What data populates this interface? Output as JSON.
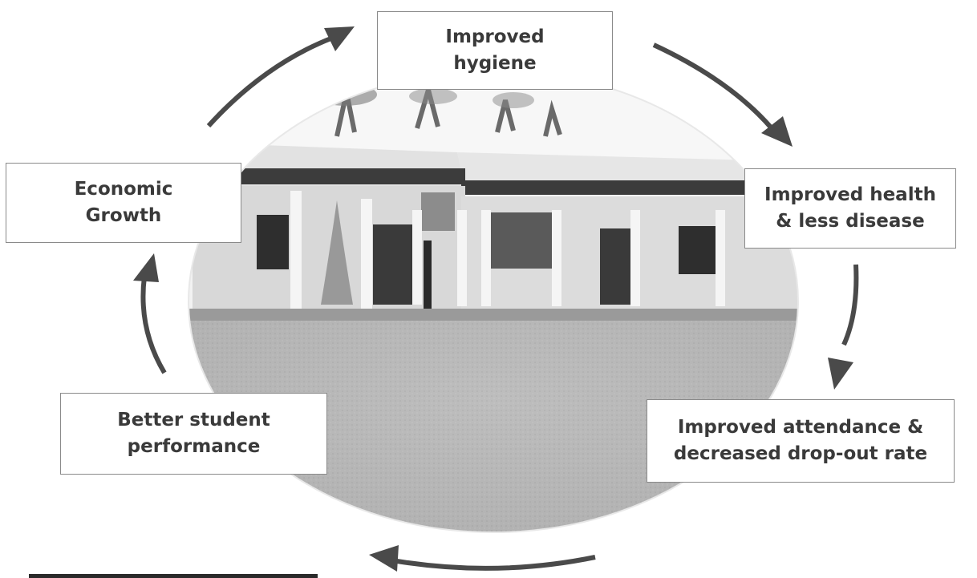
{
  "diagram": {
    "center_image": "school building courtyard photo",
    "stages": [
      {
        "id": "hygiene",
        "label": "Improved\nhygiene"
      },
      {
        "id": "health",
        "label": "Improved health\n& less disease"
      },
      {
        "id": "attendance",
        "label": "Improved attendance &\ndecreased drop-out rate"
      },
      {
        "id": "student",
        "label": "Better student\nperformance"
      },
      {
        "id": "economic",
        "label": "Economic\nGrowth"
      }
    ],
    "arrow_color": "#4a4a4a",
    "box_border_color": "#8a8a8a"
  }
}
